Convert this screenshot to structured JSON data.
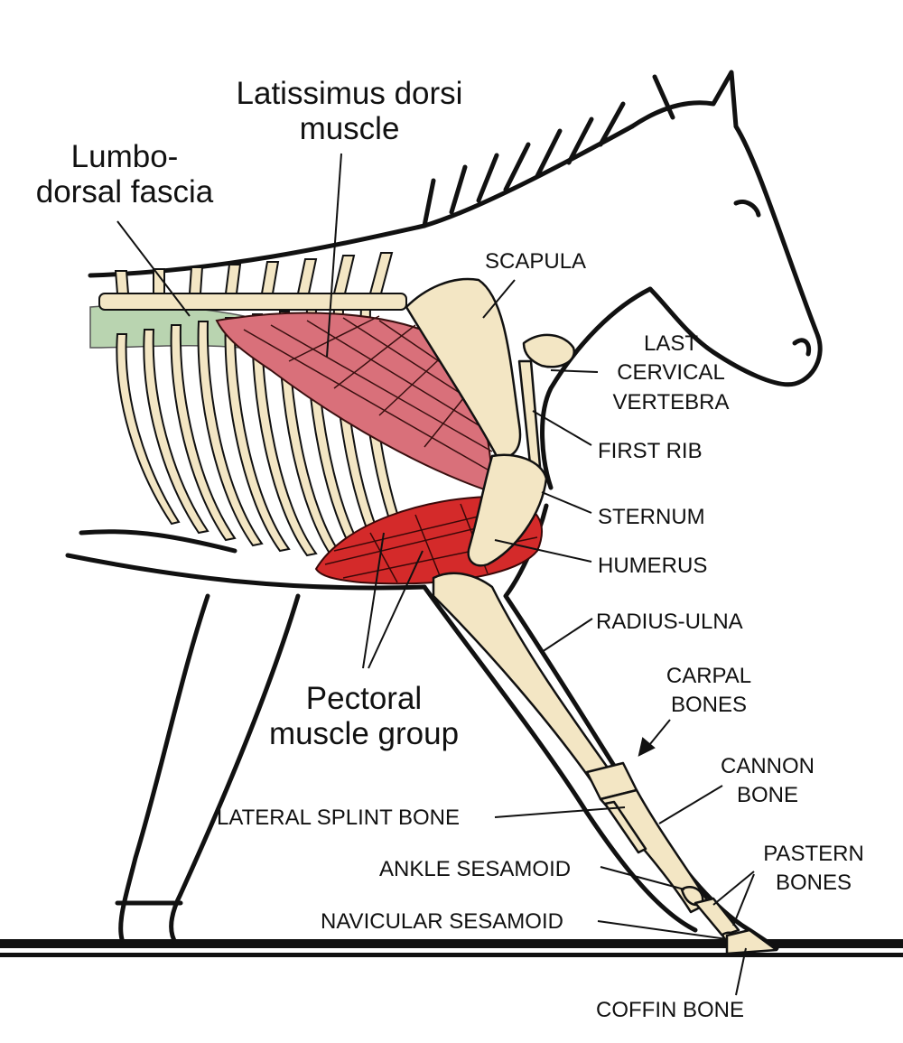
{
  "labels": {
    "latissimus": [
      "Latissimus dorsi",
      "muscle"
    ],
    "lumbodorsal": [
      "Lumbo-",
      "dorsal fascia"
    ],
    "pectoral": [
      "Pectoral",
      "muscle group"
    ],
    "scapula": "SCAPULA",
    "last_cervical": [
      "LAST",
      "CERVICAL",
      "VERTEBRA"
    ],
    "first_rib": "FIRST RIB",
    "sternum": "STERNUM",
    "humerus": "HUMERUS",
    "radius_ulna": "RADIUS-ULNA",
    "carpal": [
      "CARPAL",
      "BONES"
    ],
    "cannon": [
      "CANNON",
      "BONE"
    ],
    "lateral_splint": "LATERAL SPLINT BONE",
    "pastern": [
      "PASTERN",
      "BONES"
    ],
    "ankle_sesamoid": "ANKLE SESAMOID",
    "navicular_sesamoid": "NAVICULAR SESAMOID",
    "coffin": "COFFIN BONE"
  },
  "colors": {
    "outline": "#111111",
    "bone": "#f3e6c4",
    "latissimus": "#d9707a",
    "pectoral": "#d42a2a",
    "fascia": "#b9d4b0"
  }
}
